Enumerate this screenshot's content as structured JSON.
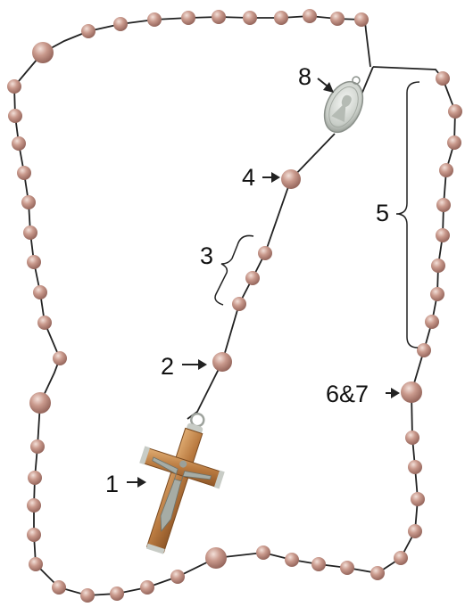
{
  "labels": {
    "crucifix": "1",
    "first_large_bead": "2",
    "three_small_beads": "3",
    "fourth_bead": "4",
    "decade": "5",
    "large_bead_glory": "6&7",
    "medal": "8"
  },
  "colors": {
    "bead": "#c49488",
    "bead_dark": "#9a6a60",
    "bead_light": "#f1dcd5",
    "chain": "#222222",
    "label": "#111111",
    "medal": "#d7dbd7",
    "cross_wood": "#c58a4e"
  },
  "icons": {
    "crucifix": "crucifix-icon",
    "medal": "miraculous-medal-icon"
  }
}
